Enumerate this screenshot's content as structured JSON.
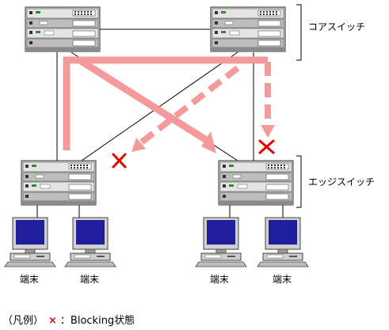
{
  "labels": {
    "core_switch": "コアスイッチ",
    "edge_switch": "エッジスイッチ",
    "terminal": "端末"
  },
  "legend": {
    "prefix": "（凡例）",
    "mark": "×",
    "text": "：Blocking状態"
  },
  "colors": {
    "path": "#f49a9a",
    "block": "#e60000",
    "device_light": "#d6d6d6",
    "device_dark": "#9a9a9a",
    "screen": "#1f1f9e"
  }
}
